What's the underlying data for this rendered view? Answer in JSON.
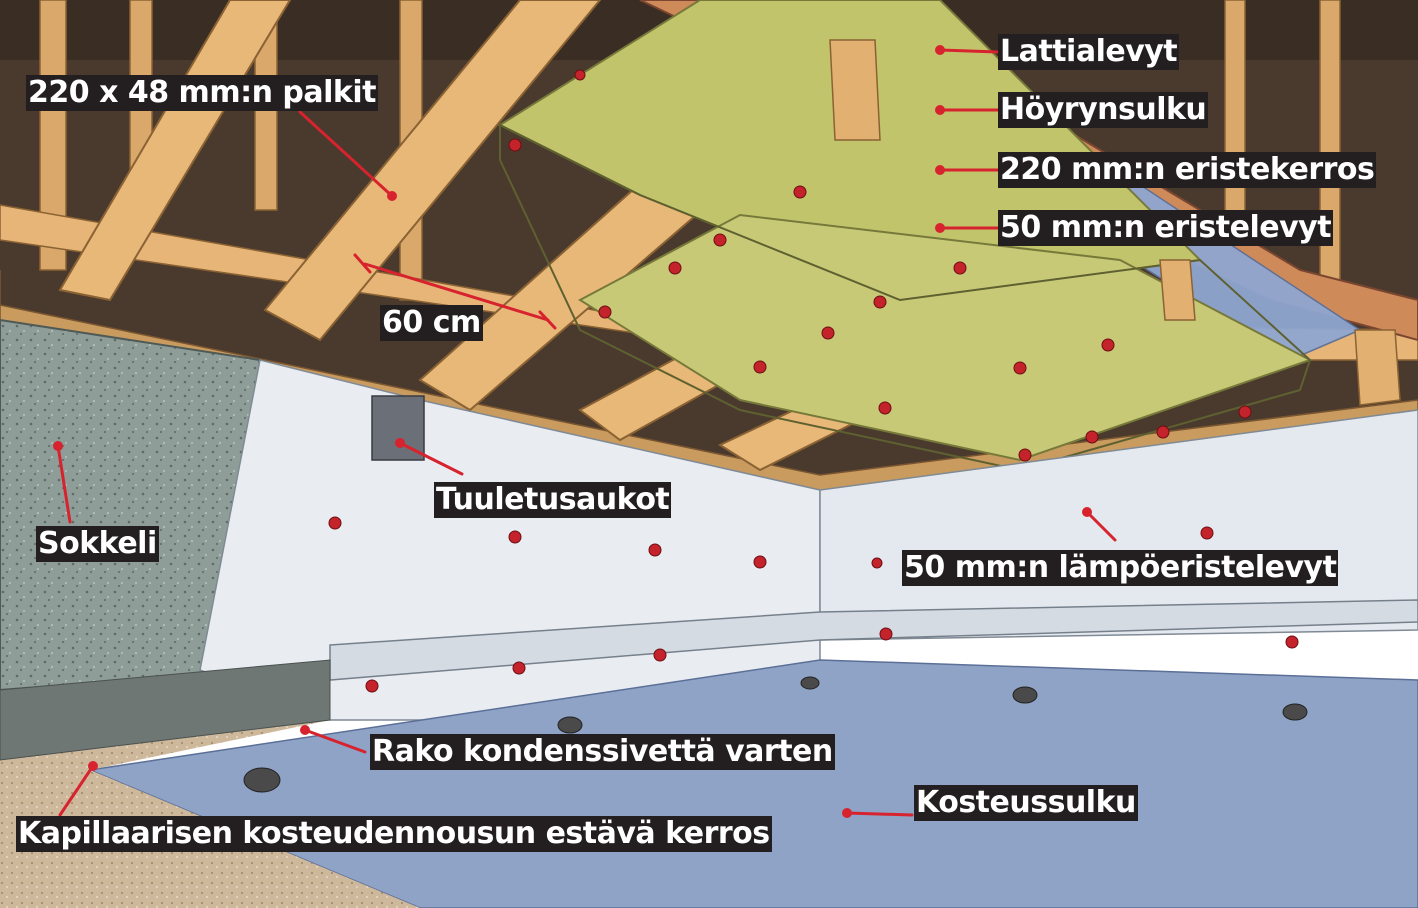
{
  "labels": {
    "lattialevyt": "Lattialevyt",
    "hoyrynsulku": "Höyrynsulku",
    "eristekerros": "220 mm:n eristekerros",
    "eristelevyt": "50 mm:n eristelevyt",
    "palkit": "220 x 48 mm:n palkit",
    "spacing": "60 cm",
    "tuuletusaukot": "Tuuletusaukot",
    "sokkeli": "Sokkeli",
    "lampoeristelevyt": "50 mm:n lämpöeristelevyt",
    "rako": "Rako kondenssivettä varten",
    "kosteussulku": "Kosteussulku",
    "kapillaarinen": "Kapillaarisen kosteudennousun estävä kerros"
  },
  "colors": {
    "label_bg": "#231f20",
    "label_text": "#ffffff",
    "leader": "#d7232e",
    "wood": "#e8b878",
    "insulation": "#c4c66e",
    "foundation_board": "#e6eaf0",
    "moisture_barrier": "#8fa3c4",
    "concrete": "#8c9a96",
    "gravel": "#cdb89c"
  }
}
